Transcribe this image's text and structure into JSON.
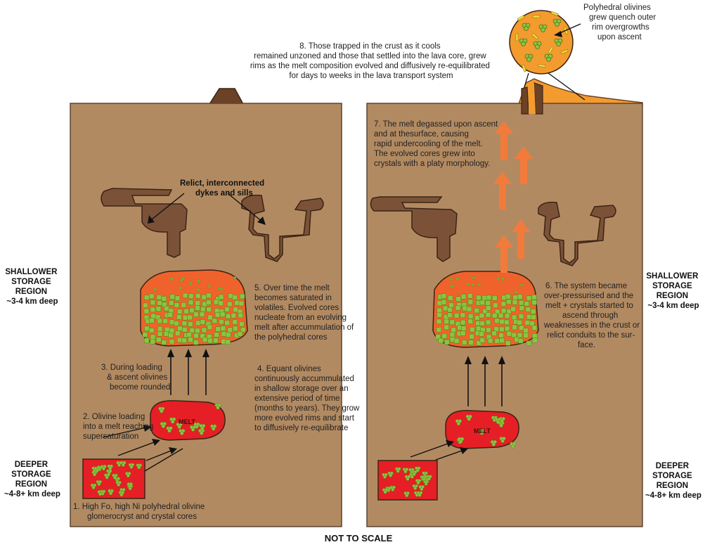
{
  "colors": {
    "crust": "#b28a62",
    "crust_edge": "#5a4430",
    "dyke": "#7b5238",
    "melt_red": "#e51f25",
    "reservoir_orange": "#f0622b",
    "lava_orange": "#f39b2e",
    "olivine_green": "#8bc53f",
    "arrow_orange": "#f27b3b"
  },
  "left_panel": {
    "label_dykes": [
      "Relict, interconnected",
      "dykes and sills"
    ],
    "step5": [
      "5. Over time the melt",
      "becomes saturated in",
      "volatiles. Evolved cores",
      "nucleate from an evolving",
      "melt after accummulation of",
      "the polyhedral cores"
    ],
    "step4": [
      "4.  Equant olivines",
      "continuously accummulated",
      "in shallow storage over an",
      "extensive period of time",
      "(months to years). They grow",
      "more evolved rims and start",
      "to diffusively re-equilibrate"
    ],
    "step3": [
      "3.  During loading",
      "& ascent olivines",
      "become rounded"
    ],
    "step2": [
      "2.  Olivine loading",
      "into a melt reaching",
      "supersaturation"
    ],
    "step1": [
      "1. High Fo, high Ni polyhedral olivine",
      "glomerocryst and crystal cores"
    ],
    "melt_label": "MELT"
  },
  "right_panel": {
    "step7": [
      "7. The melt degassed upon ascent",
      "and at thesurface, causing",
      "rapid undercooling  of the melt.",
      "The evolved  cores grew into",
      "crystals with a platy morphology."
    ],
    "step6": [
      "6. The system became",
      "over-pressurised and the",
      "melt + crystals started to",
      "ascend through",
      "weaknesses in the crust or",
      "relict conduits to the sur-",
      "face."
    ],
    "melt_label": "MELT",
    "inset_label": [
      "Polyhedral olivines",
      "grew quench outer",
      "rim overgrowths",
      "upon ascent"
    ]
  },
  "step8": [
    "8. Those trapped in the crust as it cools",
    "remained  unzoned and those that settled into the lava core, grew",
    "rims as the melt composition evolved and diffusively re-equilibrated",
    "for days to weeks in the lava transport system"
  ],
  "regions": {
    "shallow": [
      "SHALLOWER",
      "STORAGE",
      "REGION",
      "~3-4 km deep"
    ],
    "deep": [
      "DEEPER",
      "STORAGE",
      "REGION",
      "~4-8+ km deep"
    ]
  },
  "footer": "NOT TO SCALE"
}
